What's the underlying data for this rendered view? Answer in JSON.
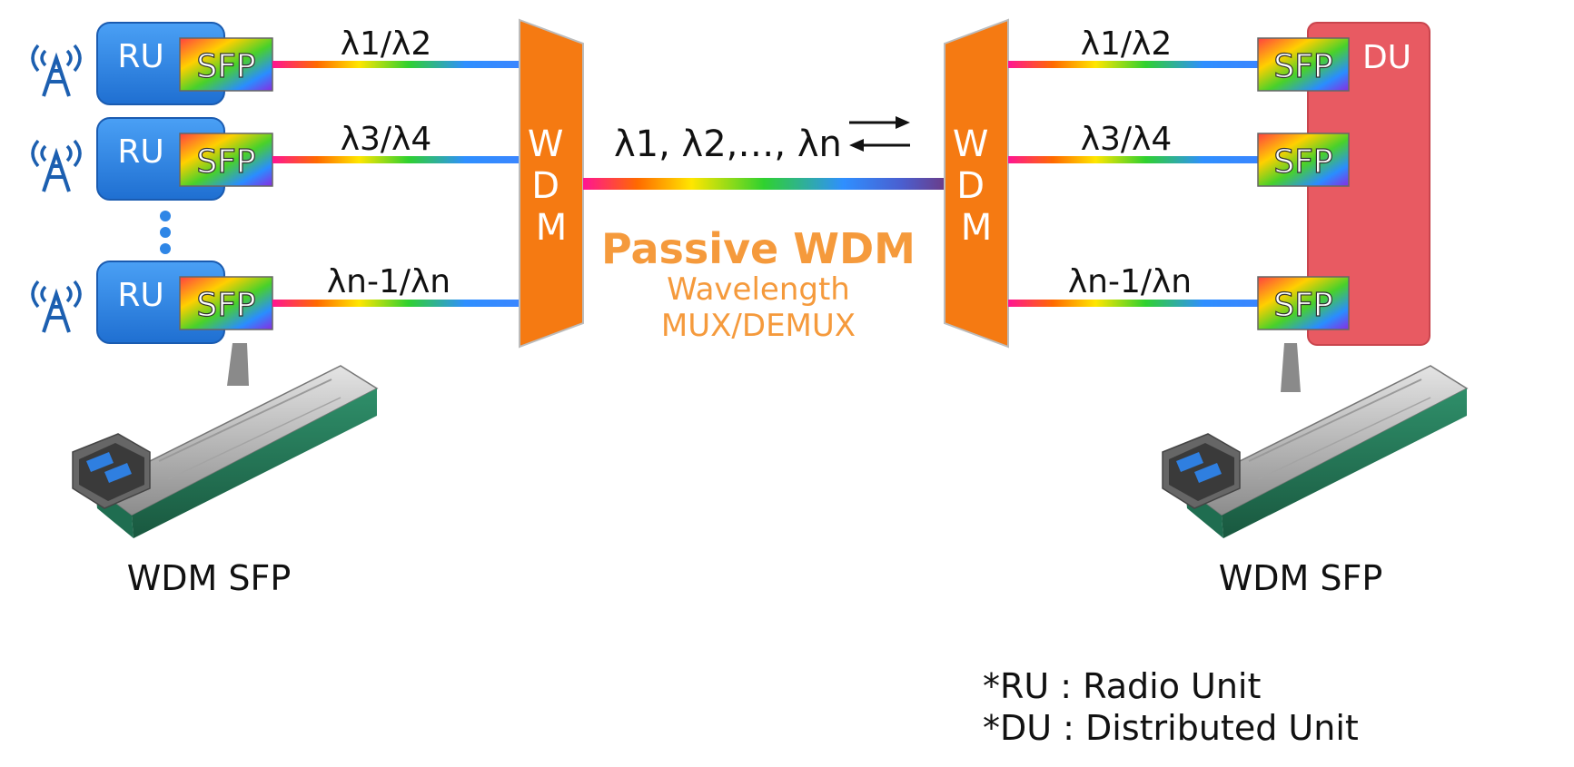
{
  "ru_label": "RU",
  "du_label": "DU",
  "sfp_label": "SFP",
  "wdm_label": "WDM",
  "left_channels": [
    "λ1/λ2",
    "λ3/λ4",
    "λn-1/λn"
  ],
  "right_channels": [
    "λ1/λ2",
    "λ3/λ4",
    "λn-1/λn"
  ],
  "trunk_label": "λ1, λ2,…, λn",
  "passive_title": "Passive WDM",
  "passive_sub1": "Wavelength",
  "passive_sub2": "MUX/DEMUX",
  "module_caption_left": "WDM SFP",
  "module_caption_right": "WDM SFP",
  "note_ru": "*RU : Radio Unit",
  "note_du": "*DU : Distributed Unit",
  "colors": {
    "ru_blue": "#2f86e6",
    "du_red": "#e85a62",
    "wdm_orange": "#f57a12",
    "passive_orange": "#f59a3c"
  }
}
